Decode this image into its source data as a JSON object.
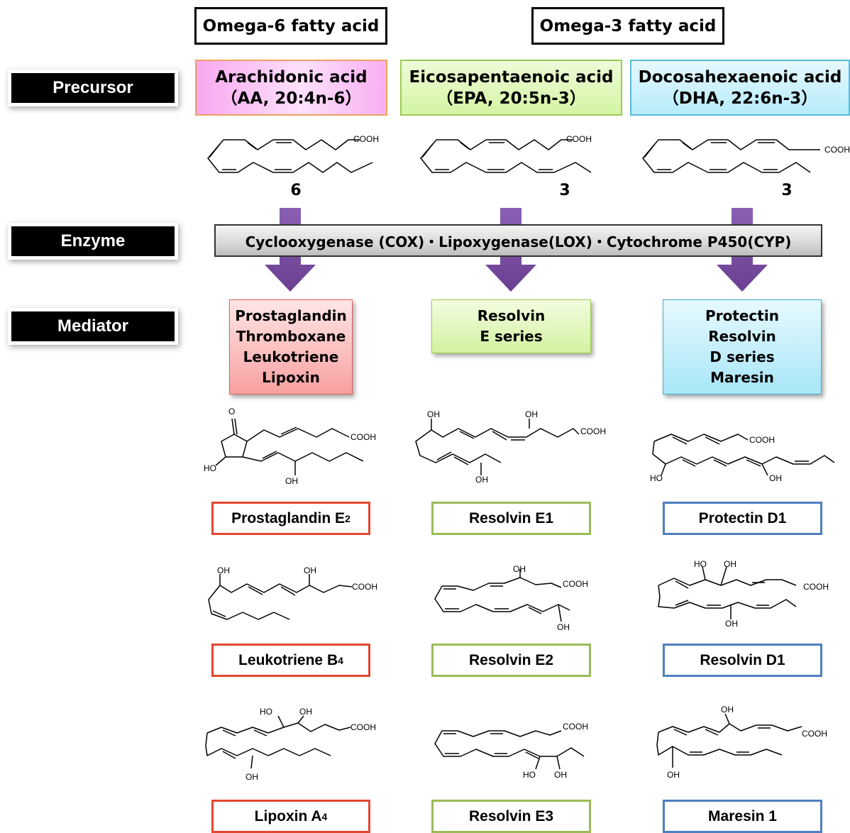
{
  "headers": {
    "omega6": "Omega-6 fatty acid",
    "omega3": "Omega-3 fatty acid"
  },
  "row_labels": {
    "precursor": "Precursor",
    "enzyme": "Enzyme",
    "mediator": "Mediator"
  },
  "precursors": [
    {
      "name": "Arachidonic acid",
      "formula": "（AA, 20:4n-6）",
      "omega_position": "6",
      "color": "#f8a8f0"
    },
    {
      "name": "Eicosapentaenoic acid",
      "formula": "（EPA, 20:5n-3）",
      "omega_position": "3",
      "color": "#d4f4a4"
    },
    {
      "name": "Docosahexaenoic acid",
      "formula": "（DHA, 22:6n-3）",
      "omega_position": "3",
      "color": "#b6ecfa"
    }
  ],
  "enzyme": "Cyclooxygenase (COX)・Lipoxygenase(LOX)・Cytochrome P450(CYP)",
  "mediator_groups": [
    {
      "lines": [
        "Prostaglandin",
        "Thromboxane",
        "Leukotriene",
        "Lipoxin"
      ],
      "color": "#f8a0a0"
    },
    {
      "lines": [
        "Resolvin",
        "E series"
      ],
      "color": "#d2f2a0"
    },
    {
      "lines": [
        "Protectin",
        "Resolvin",
        "D series",
        "Maresin"
      ],
      "color": "#a8e6f8"
    }
  ],
  "mediators": {
    "aa": [
      {
        "name": "Prostaglandin E",
        "sub": "2"
      },
      {
        "name": "Leukotriene B",
        "sub": "4"
      },
      {
        "name": "Lipoxin A",
        "sub": "4"
      }
    ],
    "epa": [
      {
        "name": "Resolvin E1",
        "sub": ""
      },
      {
        "name": "Resolvin E2",
        "sub": ""
      },
      {
        "name": "Resolvin E3",
        "sub": ""
      }
    ],
    "dha": [
      {
        "name": "Protectin D1",
        "sub": ""
      },
      {
        "name": "Resolvin D1",
        "sub": ""
      },
      {
        "name": "Maresin 1",
        "sub": ""
      }
    ]
  },
  "chem_labels": {
    "acid": "COOH",
    "hydroxyl": "OH",
    "hydroxyl_left": "HO",
    "keto": "O"
  },
  "colors": {
    "aa_border": "#e04830",
    "epa_border": "#9abb58",
    "dha_border": "#4f7fbf",
    "arrow": "#7b4fa0"
  }
}
